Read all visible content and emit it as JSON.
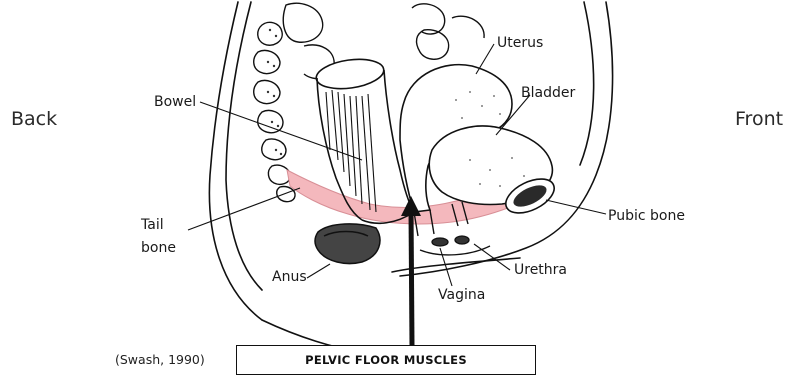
{
  "sides": {
    "back": "Back",
    "front": "Front"
  },
  "labels": {
    "uterus": "Uterus",
    "bladder": "Bladder",
    "bowel": "Bowel",
    "tail_bone_1": "Tail",
    "tail_bone_2": "bone",
    "pubic_bone": "Pubic bone",
    "anus": "Anus",
    "urethra": "Urethra",
    "vagina": "Vagina"
  },
  "citation": "(Swash, 1990)",
  "title": "PELVIC FLOOR MUSCLES",
  "colors": {
    "muscle": "#f4b8bd",
    "line": "#111111"
  }
}
